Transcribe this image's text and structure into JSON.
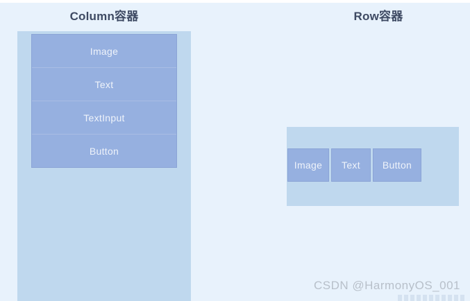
{
  "diagram": {
    "column_section": {
      "title": "Column容器",
      "items": [
        "Image",
        "Text",
        "TextInput",
        "Button"
      ]
    },
    "row_section": {
      "title": "Row容器",
      "items": [
        "Image",
        "Text",
        "Button"
      ]
    }
  },
  "watermark": {
    "text": "CSDN @HarmonyOS_001"
  },
  "colors": {
    "page_background": "#e8f2fc",
    "container_fill": "#bfd8ee",
    "component_fill": "#96b0e0",
    "component_border": "#8ba4d6",
    "component_text": "#eff3fa",
    "title_text": "#3e4a63",
    "watermark_text": "#b8c0ca"
  }
}
